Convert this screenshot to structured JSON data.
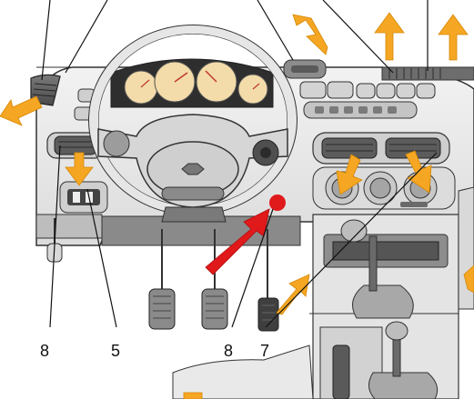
{
  "callouts": [
    {
      "id": "8-left",
      "label": "8"
    },
    {
      "id": "5",
      "label": "5"
    },
    {
      "id": "8-center",
      "label": "8"
    },
    {
      "id": "7",
      "label": "7"
    }
  ],
  "colors": {
    "arrow_orange": "#f5a623",
    "indicator_red": "#e0191b",
    "dash_fill": "#e9e9e9",
    "line": "#333333",
    "gauge_face": "#f3dcaa"
  },
  "icons": {
    "airflow_arrow": "thick-orange-arrow",
    "pointer_arrow": "red-arrow"
  }
}
